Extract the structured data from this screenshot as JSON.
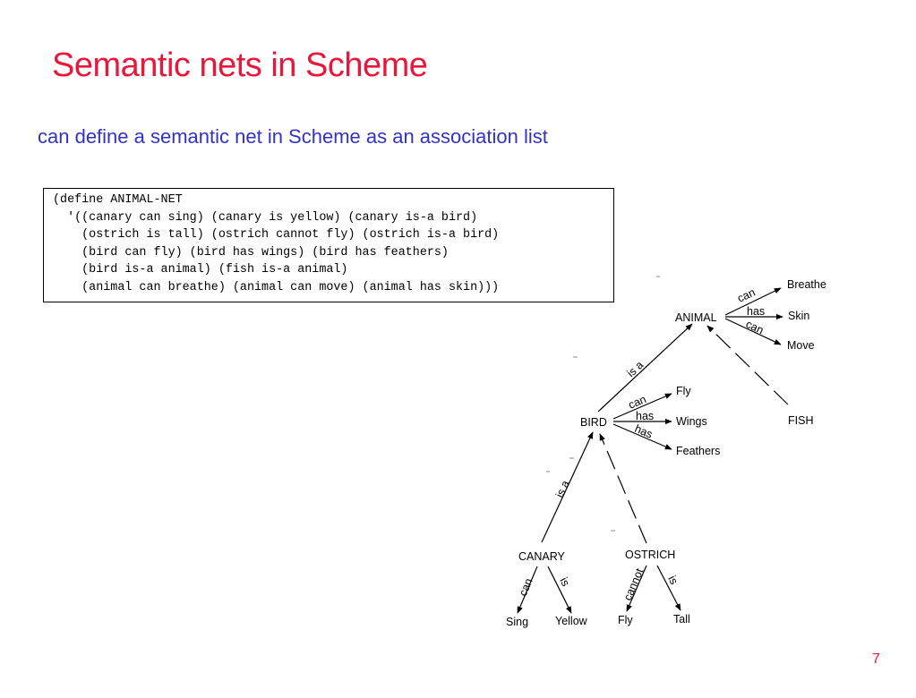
{
  "slide": {
    "title": "Semantic nets in Scheme",
    "subtitle": "can define a semantic net in Scheme as an association list",
    "page_number": "7"
  },
  "code": {
    "lines": [
      "(define ANIMAL-NET",
      "  '((canary can sing) (canary is yellow) (canary is-a bird)",
      "    (ostrich is tall) (ostrich cannot fly) (ostrich is-a bird)",
      "    (bird can fly) (bird has wings) (bird has feathers)",
      "    (bird is-a animal) (fish is-a animal)",
      "    (animal can breathe) (animal can move) (animal has skin)))"
    ]
  },
  "diagram": {
    "nodes": {
      "animal": "ANIMAL",
      "breathe": "Breathe",
      "skin": "Skin",
      "move": "Move",
      "fish": "FISH",
      "bird": "BIRD",
      "fly": "Fly",
      "wings": "Wings",
      "feathers": "Feathers",
      "canary": "CANARY",
      "ostrich": "OSTRICH",
      "sing": "Sing",
      "yellow": "Yellow",
      "ostrich_fly": "Fly",
      "tall": "Tall"
    },
    "edge_labels": {
      "animal_breathe": "can",
      "animal_skin": "has",
      "animal_move": "can",
      "bird_animal": "is a",
      "bird_fly": "can",
      "bird_wings": "has",
      "bird_feathers": "has",
      "canary_bird": "is a",
      "canary_sing": "can",
      "canary_yellow": "is",
      "ostrich_fly": "cannot",
      "ostrich_tall": "is"
    }
  }
}
